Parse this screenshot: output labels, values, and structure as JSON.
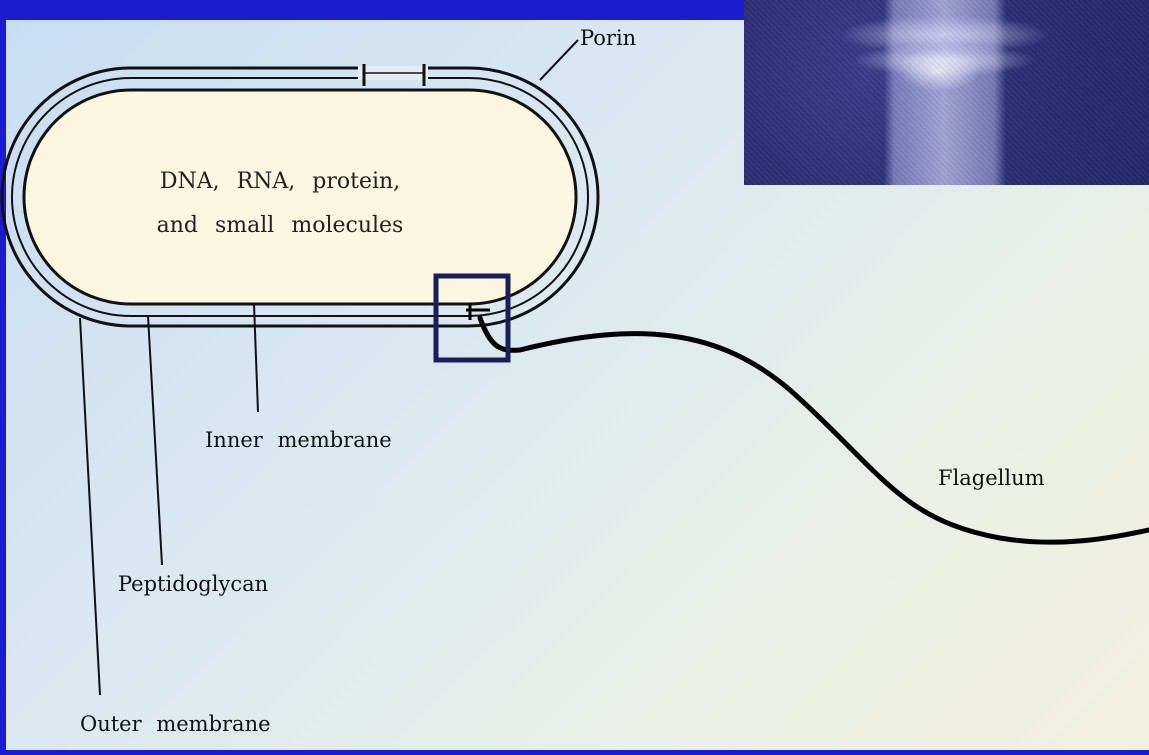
{
  "diagram": {
    "cell_contents": [
      "DNA, RNA, protein,",
      "and small molecules"
    ],
    "labels": {
      "porin": "Porin",
      "inner_membrane": "Inner membrane",
      "peptidoglycan": "Peptidoglycan",
      "outer_membrane": "Outer membrane",
      "flagellum": "Flagellum"
    }
  },
  "colors": {
    "background_frame": "#1b1bd0",
    "cell_fill": "#fbf6df",
    "highlight_box": "#1a1f5c"
  },
  "inset_image": "flagellar-motor-micrograph"
}
